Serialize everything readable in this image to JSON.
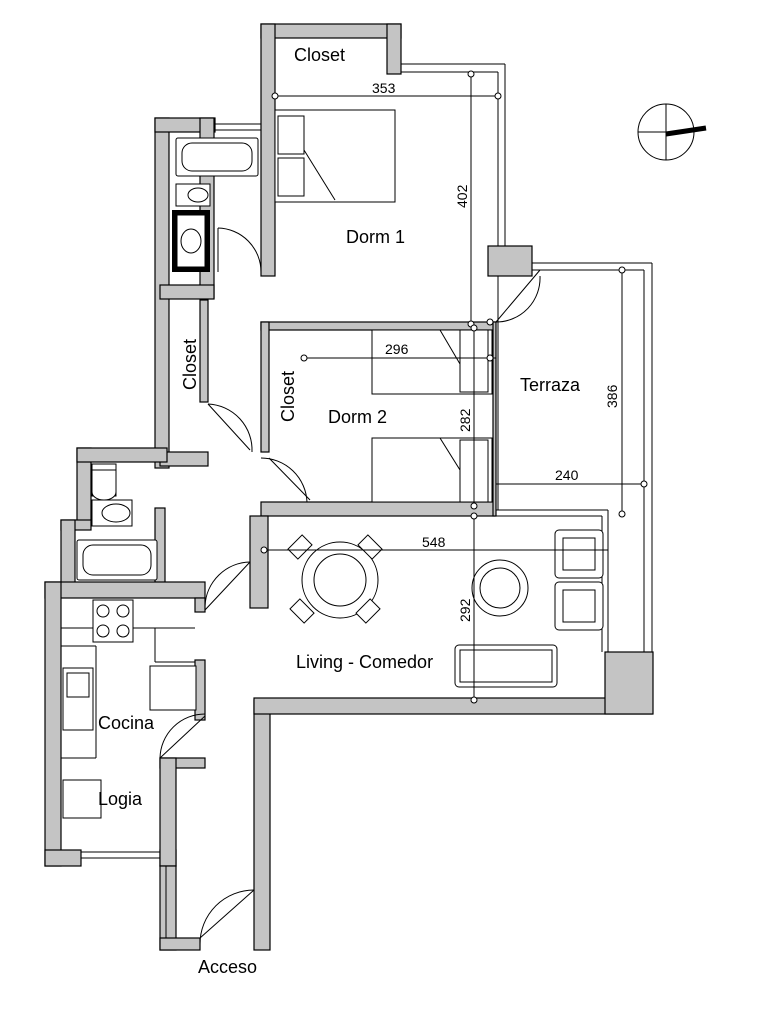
{
  "rooms": {
    "closet_top": "Closet",
    "dorm1": "Dorm 1",
    "closet_left": "Closet",
    "closet_dorm2": "Closet",
    "dorm2": "Dorm 2",
    "terraza": "Terraza",
    "living": "Living - Comedor",
    "cocina": "Cocina",
    "logia": "Logia",
    "acceso": "Acceso"
  },
  "dimensions": {
    "dorm1_width": "353",
    "dorm1_depth": "402",
    "dorm2_width": "296",
    "dorm2_depth": "282",
    "terraza_depth": "386",
    "terraza_width": "240",
    "living_width": "548",
    "living_depth": "292"
  },
  "colors": {
    "wall_fill": "#c4c4c4",
    "line": "#000000",
    "background": "#ffffff"
  }
}
